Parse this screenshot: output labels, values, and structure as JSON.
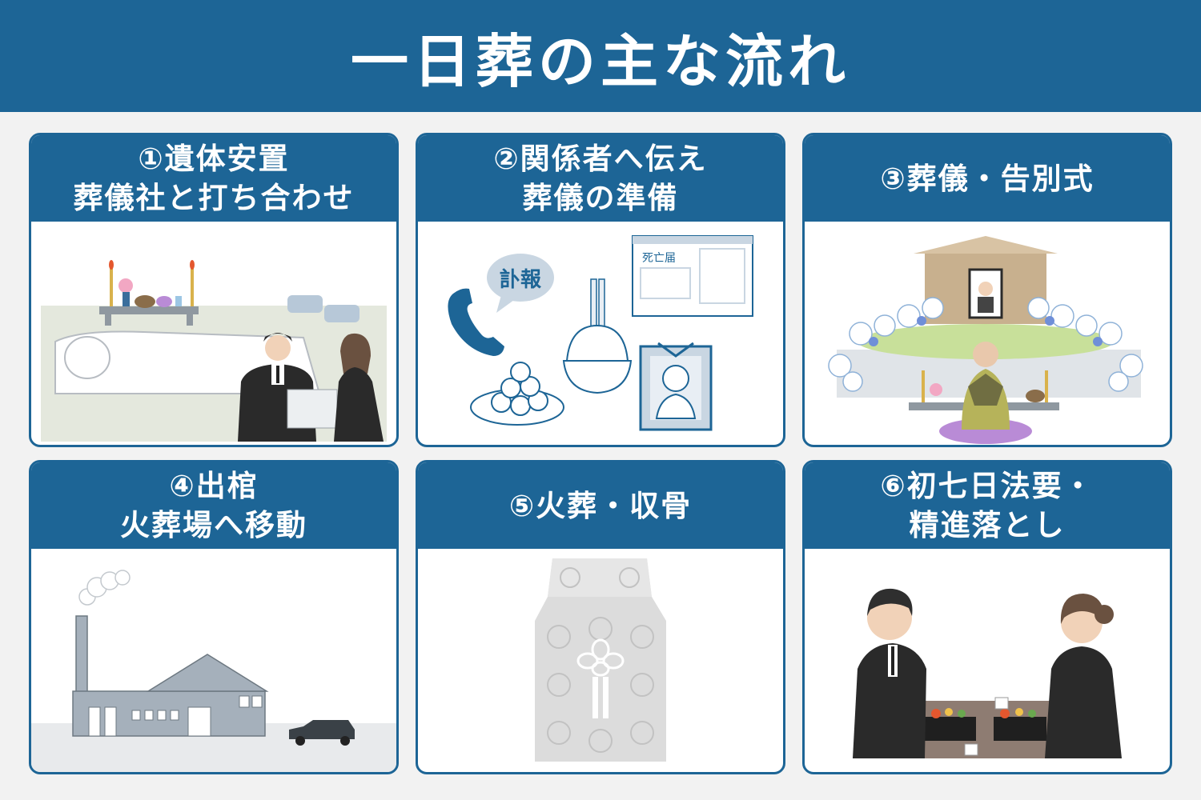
{
  "title": "一日葬の主な流れ",
  "colors": {
    "primary": "#1d6596",
    "background": "#f2f2f2",
    "card": "#ffffff"
  },
  "steps": [
    {
      "lines": [
        "①遺体安置",
        "葬儀社と打ち合わせ"
      ],
      "icon": "body-laying-meeting-illustration"
    },
    {
      "lines": [
        "②関係者へ伝え",
        "葬儀の準備"
      ],
      "icon": "notification-preparation-illustration",
      "labels": {
        "notice": "訃報",
        "certificate": "死亡届"
      }
    },
    {
      "lines": [
        "③葬儀・告別式"
      ],
      "icon": "funeral-altar-illustration"
    },
    {
      "lines": [
        "④出棺",
        "火葬場へ移動"
      ],
      "icon": "crematorium-hearse-illustration"
    },
    {
      "lines": [
        "⑤火葬・収骨"
      ],
      "icon": "urn-cover-illustration"
    },
    {
      "lines": [
        "⑥初七日法要・",
        "精進落とし"
      ],
      "icon": "memorial-meal-illustration"
    }
  ]
}
